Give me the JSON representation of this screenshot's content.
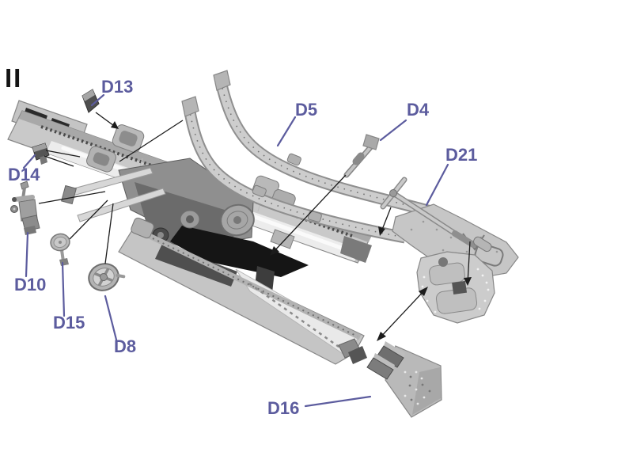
{
  "page": {
    "background": "#FFFFFF",
    "type": "model-kit-assembly-instruction-step"
  },
  "step_marker": "II",
  "labels": {
    "d13": "D13",
    "d14": "D14",
    "d10": "D10",
    "d15": "D15",
    "d8": "D8",
    "d16": "D16",
    "d5": "D5",
    "d4": "D4",
    "d21": "D21"
  },
  "colors": {
    "label_text": "#5C5C9E",
    "leader_line": "#5C5C9E",
    "assembly_line": "#1C1C1C",
    "step_text": "#141414",
    "part_light": "#C9C9C9",
    "part_highlight": "#ECECEC",
    "part_mid": "#9A9A9A",
    "part_dark": "#4F4F4F",
    "shadow_black": "#151515",
    "background": "#FFFFFF"
  }
}
